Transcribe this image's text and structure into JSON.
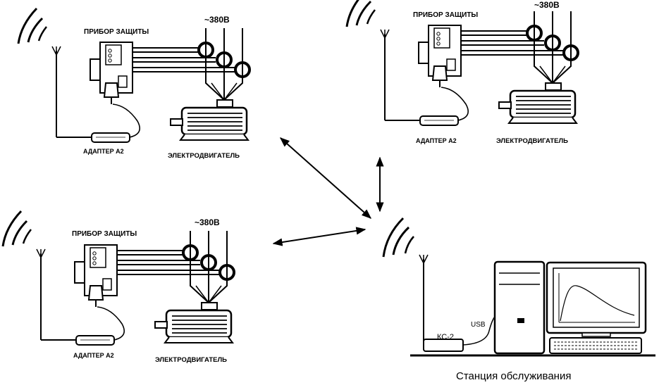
{
  "nodes": [
    {
      "device_label": "ПРИБОР ЗАЩИТЫ",
      "voltage_label": "~380В",
      "adapter_label": "АДАПТЕР А2",
      "motor_label": "ЭЛЕКТРОДВИГАТЕЛЬ"
    },
    {
      "device_label": "ПРИБОР ЗАЩИТЫ",
      "voltage_label": "~380В",
      "adapter_label": "АДАПТЕР А2",
      "motor_label": "ЭЛЕКТРОДВИГАТЕЛЬ"
    },
    {
      "device_label": "ПРИБОР ЗАЩИТЫ",
      "voltage_label": "~380В",
      "adapter_label": "АДАПТЕР А2",
      "motor_label": "ЭЛЕКТРОДВИГАТЕЛЬ"
    }
  ],
  "station": {
    "modem_label": "КС-2",
    "usb_label": "USB",
    "caption": "Станция обслуживания"
  },
  "colors": {
    "ink": "#000000",
    "background": "#ffffff"
  }
}
